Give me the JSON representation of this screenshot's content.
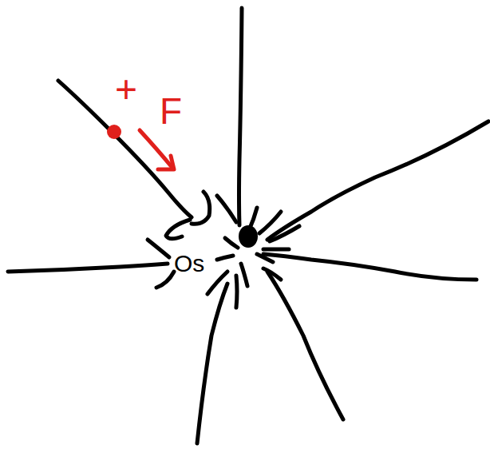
{
  "diagram": {
    "labels": [
      "+",
      "F",
      "Os"
    ]
  }
}
